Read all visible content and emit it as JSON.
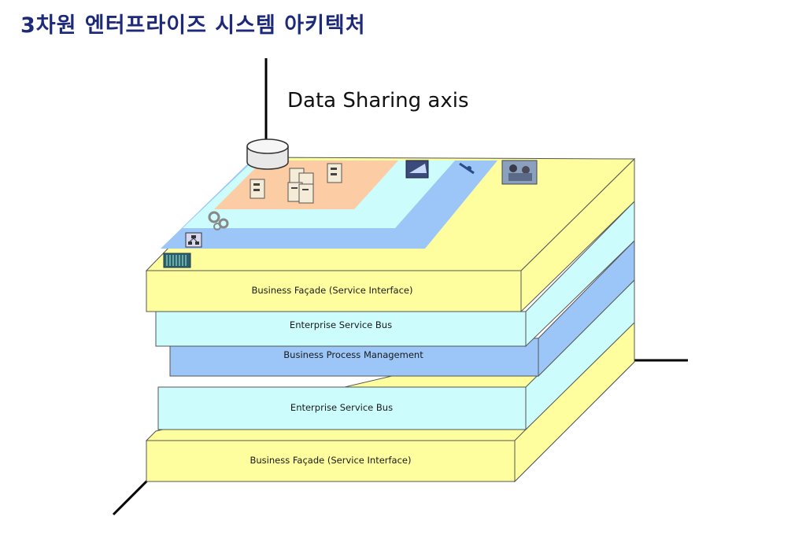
{
  "title": "3차원 엔터프라이즈 시스템 아키텍처",
  "axis_label": "Data Sharing axis",
  "layers": [
    {
      "label": "Business Façade (Service Interface)",
      "color": "#fefe9e"
    },
    {
      "label": "Enterprise Service Bus",
      "color": "#ccfcfc"
    },
    {
      "label": "Business Process Management",
      "color": "#9cc6f8"
    },
    {
      "label": "Enterprise Service Bus",
      "color": "#ccfcfc"
    },
    {
      "label": "Business Façade (Service Interface)",
      "color": "#fefe9e"
    }
  ],
  "top_bands": {
    "orange": "#fccca4",
    "light_cyan": "#ccfcfc",
    "blue": "#9cc6f8",
    "yellow": "#fefe9e"
  },
  "icons": [
    "database-icon",
    "server-icon",
    "server-cluster-icon",
    "gears-icon",
    "network-icon",
    "rack-icon",
    "laptop-icon",
    "photo-people-icon"
  ]
}
